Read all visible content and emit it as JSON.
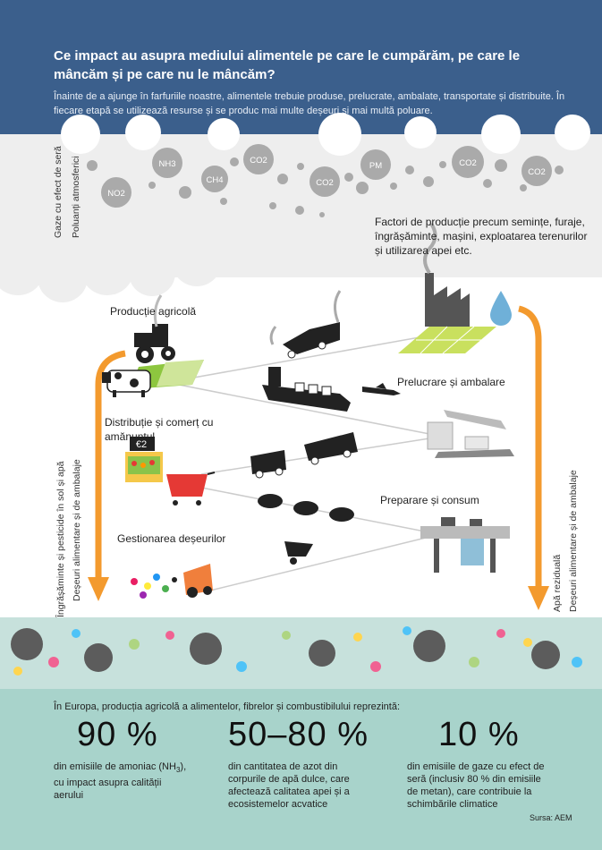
{
  "header": {
    "title": "Ce impact au asupra mediului alimentele pe care le cumpărăm, pe care le mâncăm și pe care nu le mâncăm?",
    "subtitle": "Înainte de a ajunge în farfuriile noastre, alimentele trebuie produse, prelucrate, ambalate, transportate și distribuite. În fiecare etapă se utilizează resurse și se produc mai multe deșeuri și mai multă poluare."
  },
  "air": {
    "side_label_1": "Gaze cu efect de seră",
    "side_label_2": "Poluanți atmosferici",
    "pollutants": [
      "NO2",
      "NH3",
      "CH4",
      "CO2",
      "CO2",
      "PM",
      "CO2",
      "CO2"
    ]
  },
  "factors_text": "Factori de producție precum semințe, furaje, îngrășăminte, mașini, exploatarea terenurilor și utilizarea apei etc.",
  "stages": {
    "production": "Producție agricolă",
    "processing": "Prelucrare și ambalare",
    "distribution": "Distribuție și comerț cu amănuntul",
    "consumption": "Preparare și consum",
    "waste": "Gestionarea deșeurilor"
  },
  "price_tag": "€2",
  "left_flow": {
    "label_1": "Îngrășăminte și pesticide în sol și apă",
    "label_2": "Deșeuri alimentare și de ambalaje"
  },
  "right_flow": {
    "label_1": "Apă reziduală",
    "label_2": "Deșeuri alimentare și de ambalaje"
  },
  "intro": "În Europa, producția agricolă a alimentelor, fibrelor și combustibilului reprezintă:",
  "stats": [
    {
      "value": "90 %",
      "desc_1": "din emisiile de amoniac (NH",
      "desc_sub": "3",
      "desc_2": "),",
      "desc_3": "cu impact asupra calității",
      "desc_4": "aerului"
    },
    {
      "value": "50–80 %",
      "desc_1": "din cantitatea de azot din",
      "desc_2": "corpurile de apă dulce, care",
      "desc_3": "afectează calitatea apei și a",
      "desc_4": "ecosistemelor acvatice"
    },
    {
      "value": "10 %",
      "desc_1": "din emisiile de gaze cu efect de",
      "desc_2": "seră (inclusiv 80 % din emisiile",
      "desc_3": "de metan), care contribuie la",
      "desc_4": "schimbările climatice"
    }
  ],
  "source": "Sursa: AEM",
  "colors": {
    "header_bg": "#3b5f8c",
    "arrow_orange": "#f39a2e",
    "footer_bg": "#a8d3cb",
    "bubble_grey": "#aaaaaa"
  }
}
